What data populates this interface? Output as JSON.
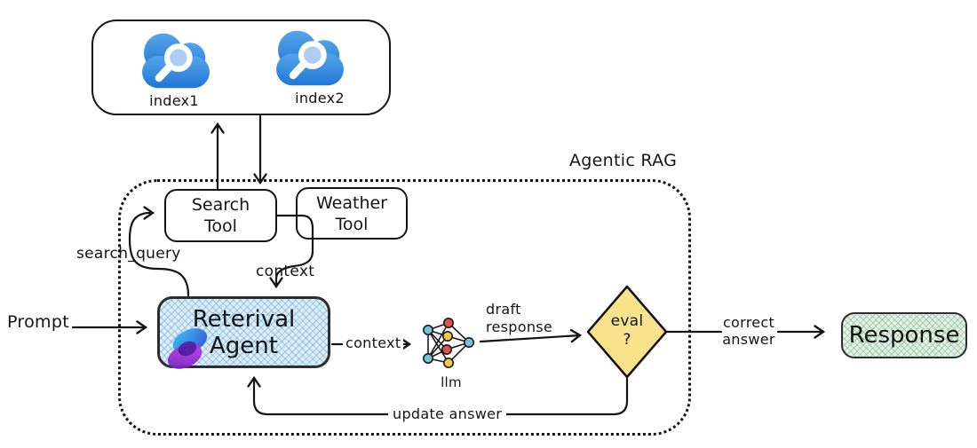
{
  "title": "Agentic RAG",
  "colors": {
    "ink": "#141414",
    "cloud_blue_top": "#55a5ea",
    "cloud_blue_bottom": "#1f76d6",
    "agent_fill": "#ddeef9",
    "response_fill": "#e4f2e6",
    "eval_fill": "#f8e28c",
    "llm_node_red": "#e0524e",
    "llm_node_yellow": "#f2c84b",
    "llm_node_blue": "#74bfe0",
    "agent_logo_blue": "#37c3f2",
    "agent_logo_purple": "#b43df0"
  },
  "index_box": {
    "index1": "index1",
    "index2": "index2"
  },
  "tools": {
    "search": {
      "line1": "Search",
      "line2": "Tool"
    },
    "weather": {
      "line1": "Weather",
      "line2": "Tool"
    }
  },
  "agent": {
    "line1": "Reterival",
    "line2": "Agent"
  },
  "llm": {
    "label": "llm"
  },
  "eval": {
    "line1": "eval",
    "line2": "?"
  },
  "io": {
    "prompt": "Prompt",
    "response": "Response"
  },
  "edges": {
    "search_query": "search_query",
    "context_from_tool": "context",
    "context_to_llm": "context",
    "draft": {
      "line1": "draft",
      "line2": "response"
    },
    "correct": {
      "line1": "correct",
      "line2": "answer"
    },
    "update": "update answer"
  }
}
